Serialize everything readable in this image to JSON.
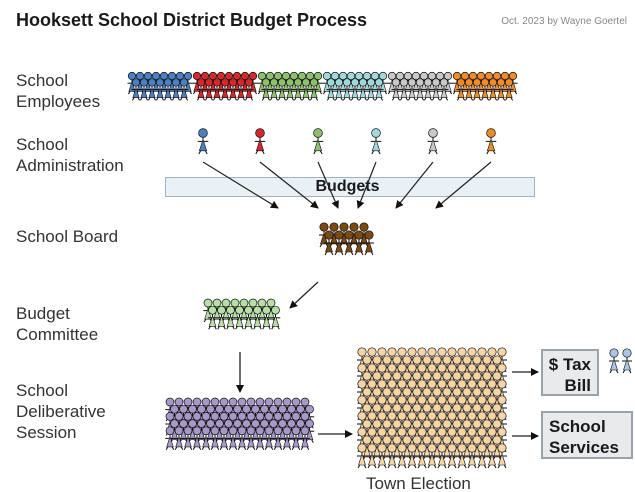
{
  "title": "Hooksett School District Budget Process",
  "credit": "Oct. 2023 by Wayne Goertel",
  "stages": {
    "employees": "School\nEmployees",
    "administration": "School\nAdministration",
    "board": "School Board",
    "committee": "Budget\nCommittee",
    "deliberative": "School\nDeliberative\nSession"
  },
  "budgets_label": "Budgets",
  "outputs": {
    "tax_bill": "$ Tax\nBill",
    "school_services": "School\nServices"
  },
  "election_label": "Town Election",
  "colors": {
    "employee_groups": [
      "#4a7fc1",
      "#d9262b",
      "#8cc06a",
      "#9fd9dc",
      "#c8c8c8",
      "#f08a24"
    ],
    "board": "#7a4a12",
    "committee": "#b6e0a6",
    "deliberative": "#a897c9",
    "voters": "#f7d4a4",
    "taxpayers": "#a9c6e8"
  }
}
